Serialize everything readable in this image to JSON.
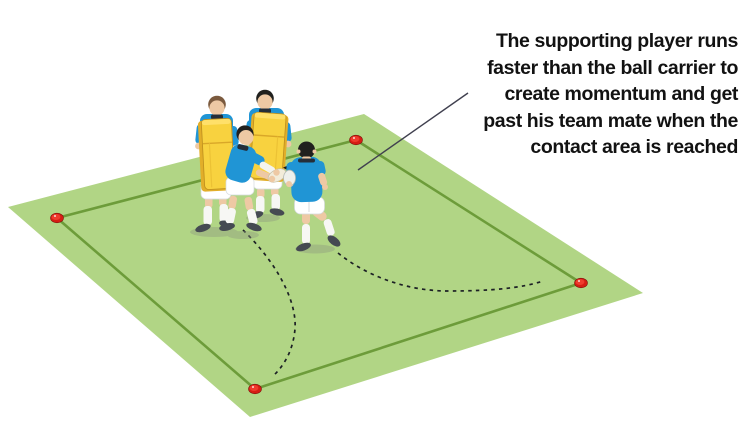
{
  "caption": {
    "lines": [
      "The supporting player runs",
      "faster than the ball carrier to",
      "create momentum and get",
      "past his team mate when the",
      "contact area is reached"
    ]
  },
  "field": {
    "type": "rugby-training-grid",
    "surface_color": "#b1d585",
    "boundary_color": "#6d9c3a",
    "cone_color": "#e2231a",
    "cone_count": 4
  },
  "annotation": {
    "pointer_color": "#40404f"
  },
  "players": [
    {
      "name": "pad-holder-left",
      "shirt_color": "#2095d5",
      "equipment": "yellow tackle shield",
      "hair_color": "brown"
    },
    {
      "name": "pad-holder-right",
      "shirt_color": "#2095d5",
      "equipment": "yellow tackle shield",
      "hair_color": "black"
    },
    {
      "name": "ball-carrier",
      "shirt_color": "#2095d5",
      "hair_color": "black"
    },
    {
      "name": "supporting-player",
      "shirt_color": "#2095d5",
      "hair_color": "black",
      "carrying": "ball"
    }
  ],
  "run_paths": [
    {
      "name": "ball-carrier-path",
      "style": "dashed",
      "color": "#1c2025"
    },
    {
      "name": "supporting-player-path",
      "style": "dashed",
      "color": "#1c2025"
    }
  ]
}
